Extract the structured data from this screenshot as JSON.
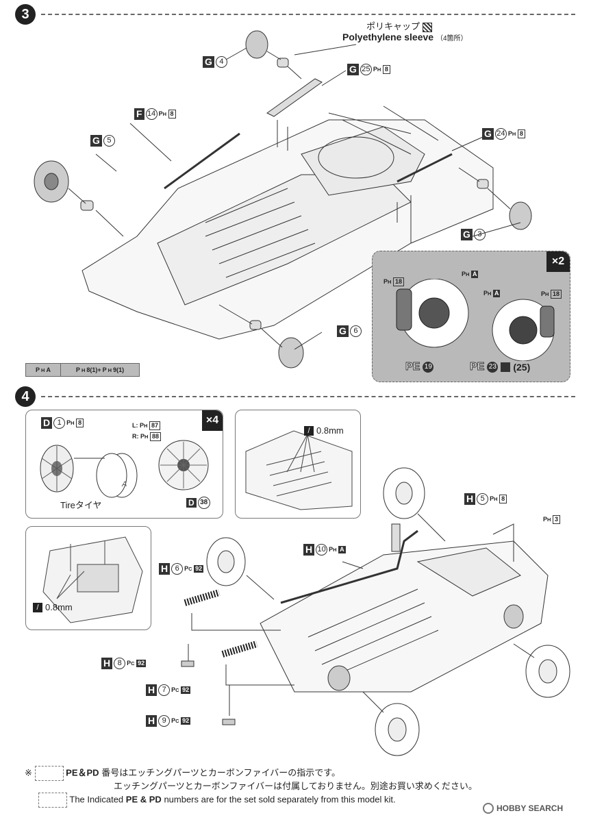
{
  "step3": {
    "number": "3",
    "sleeve_ja": "ポリキャップ",
    "sleeve_en": "Polyethylene sleeve",
    "sleeve_qty": "（4箇所）",
    "parts": [
      {
        "id": "g4",
        "letter": "G",
        "num": "4",
        "paint": ""
      },
      {
        "id": "g25",
        "letter": "G",
        "num": "25",
        "paint": "8"
      },
      {
        "id": "f14",
        "letter": "F",
        "num": "14",
        "paint": "8"
      },
      {
        "id": "g5",
        "letter": "G",
        "num": "5",
        "paint": ""
      },
      {
        "id": "g24",
        "letter": "G",
        "num": "24",
        "paint": "8"
      },
      {
        "id": "g3",
        "letter": "G",
        "num": "3",
        "paint": ""
      },
      {
        "id": "g6",
        "letter": "G",
        "num": "6",
        "paint": ""
      }
    ],
    "paint_legend_a": "A",
    "paint_legend_b": "8(1)+",
    "paint_legend_c": "9(1)",
    "detail": {
      "multiplier": "×2",
      "left_paint_top": "18",
      "left_paint_mid": "A",
      "right_paint_a": "A",
      "right_paint_18": "18",
      "pe_left": "PE",
      "pe_left_num": "19",
      "pe_right": "PE",
      "pe_right_num": "23",
      "pe_right_alt": "(25)"
    }
  },
  "step4": {
    "number": "4",
    "wheel_panel": {
      "part_letter": "D",
      "part_num": "1",
      "paint": "8",
      "left_paint": "L:",
      "left_num": "87",
      "right_paint": "R:",
      "right_num": "88",
      "multiplier": "×4",
      "tire_label": "Tireタイヤ",
      "decal_letter": "D",
      "decal_num": "38",
      "tire_mark": "A"
    },
    "rod_panel": {
      "wire": "0.8mm"
    },
    "left_panel": {
      "wire": "0.8mm"
    },
    "parts": [
      {
        "id": "h5",
        "letter": "H",
        "num": "5",
        "paint": "8"
      },
      {
        "id": "h10",
        "letter": "H",
        "num": "10",
        "paint": "A"
      },
      {
        "id": "h6",
        "letter": "H",
        "num": "6",
        "paint": "92"
      },
      {
        "id": "h8",
        "letter": "H",
        "num": "8",
        "paint": "92"
      },
      {
        "id": "h7",
        "letter": "H",
        "num": "7",
        "paint": "92"
      },
      {
        "id": "h9",
        "letter": "H",
        "num": "9",
        "paint": "92"
      }
    ],
    "small_paint": "3"
  },
  "footer": {
    "asterisk": "※",
    "pe_pd": "PE＆PD",
    "line1": "番号はエッチングパーツとカーボンファイバーの指示です。",
    "line2": "エッチングパーツとカーボンファイバーは付属しておりません。別途お買い求めください。",
    "line3_prefix": "The Indicated",
    "line3_marks": "PE & PD",
    "line3_suffix": "numbers are for the set sold separately from this model kit.",
    "watermark": "HOBBY SEARCH"
  }
}
